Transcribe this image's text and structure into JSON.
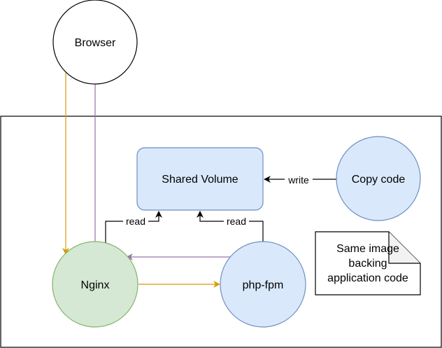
{
  "nodes": {
    "browser": {
      "label": "Browser",
      "fill": "#ffffff",
      "stroke": "#000000"
    },
    "shared_volume": {
      "label": "Shared Volume",
      "fill": "#dae8fc",
      "stroke": "#6c8ebf"
    },
    "copy_code": {
      "label": "Copy code",
      "fill": "#dae8fc",
      "stroke": "#6c8ebf"
    },
    "nginx": {
      "label": "Nginx",
      "fill": "#d5e8d4",
      "stroke": "#82b366"
    },
    "php_fpm": {
      "label": "php-fpm",
      "fill": "#dae8fc",
      "stroke": "#6c8ebf"
    },
    "note": {
      "lines": [
        "Same image",
        "backing",
        "application code"
      ],
      "fill": "#ffffff",
      "stroke": "#000000"
    }
  },
  "edges": {
    "write_label": "write",
    "read_label": "read",
    "request_color": "#d79b00",
    "response_color": "#9673a6",
    "data_color": "#000000"
  }
}
